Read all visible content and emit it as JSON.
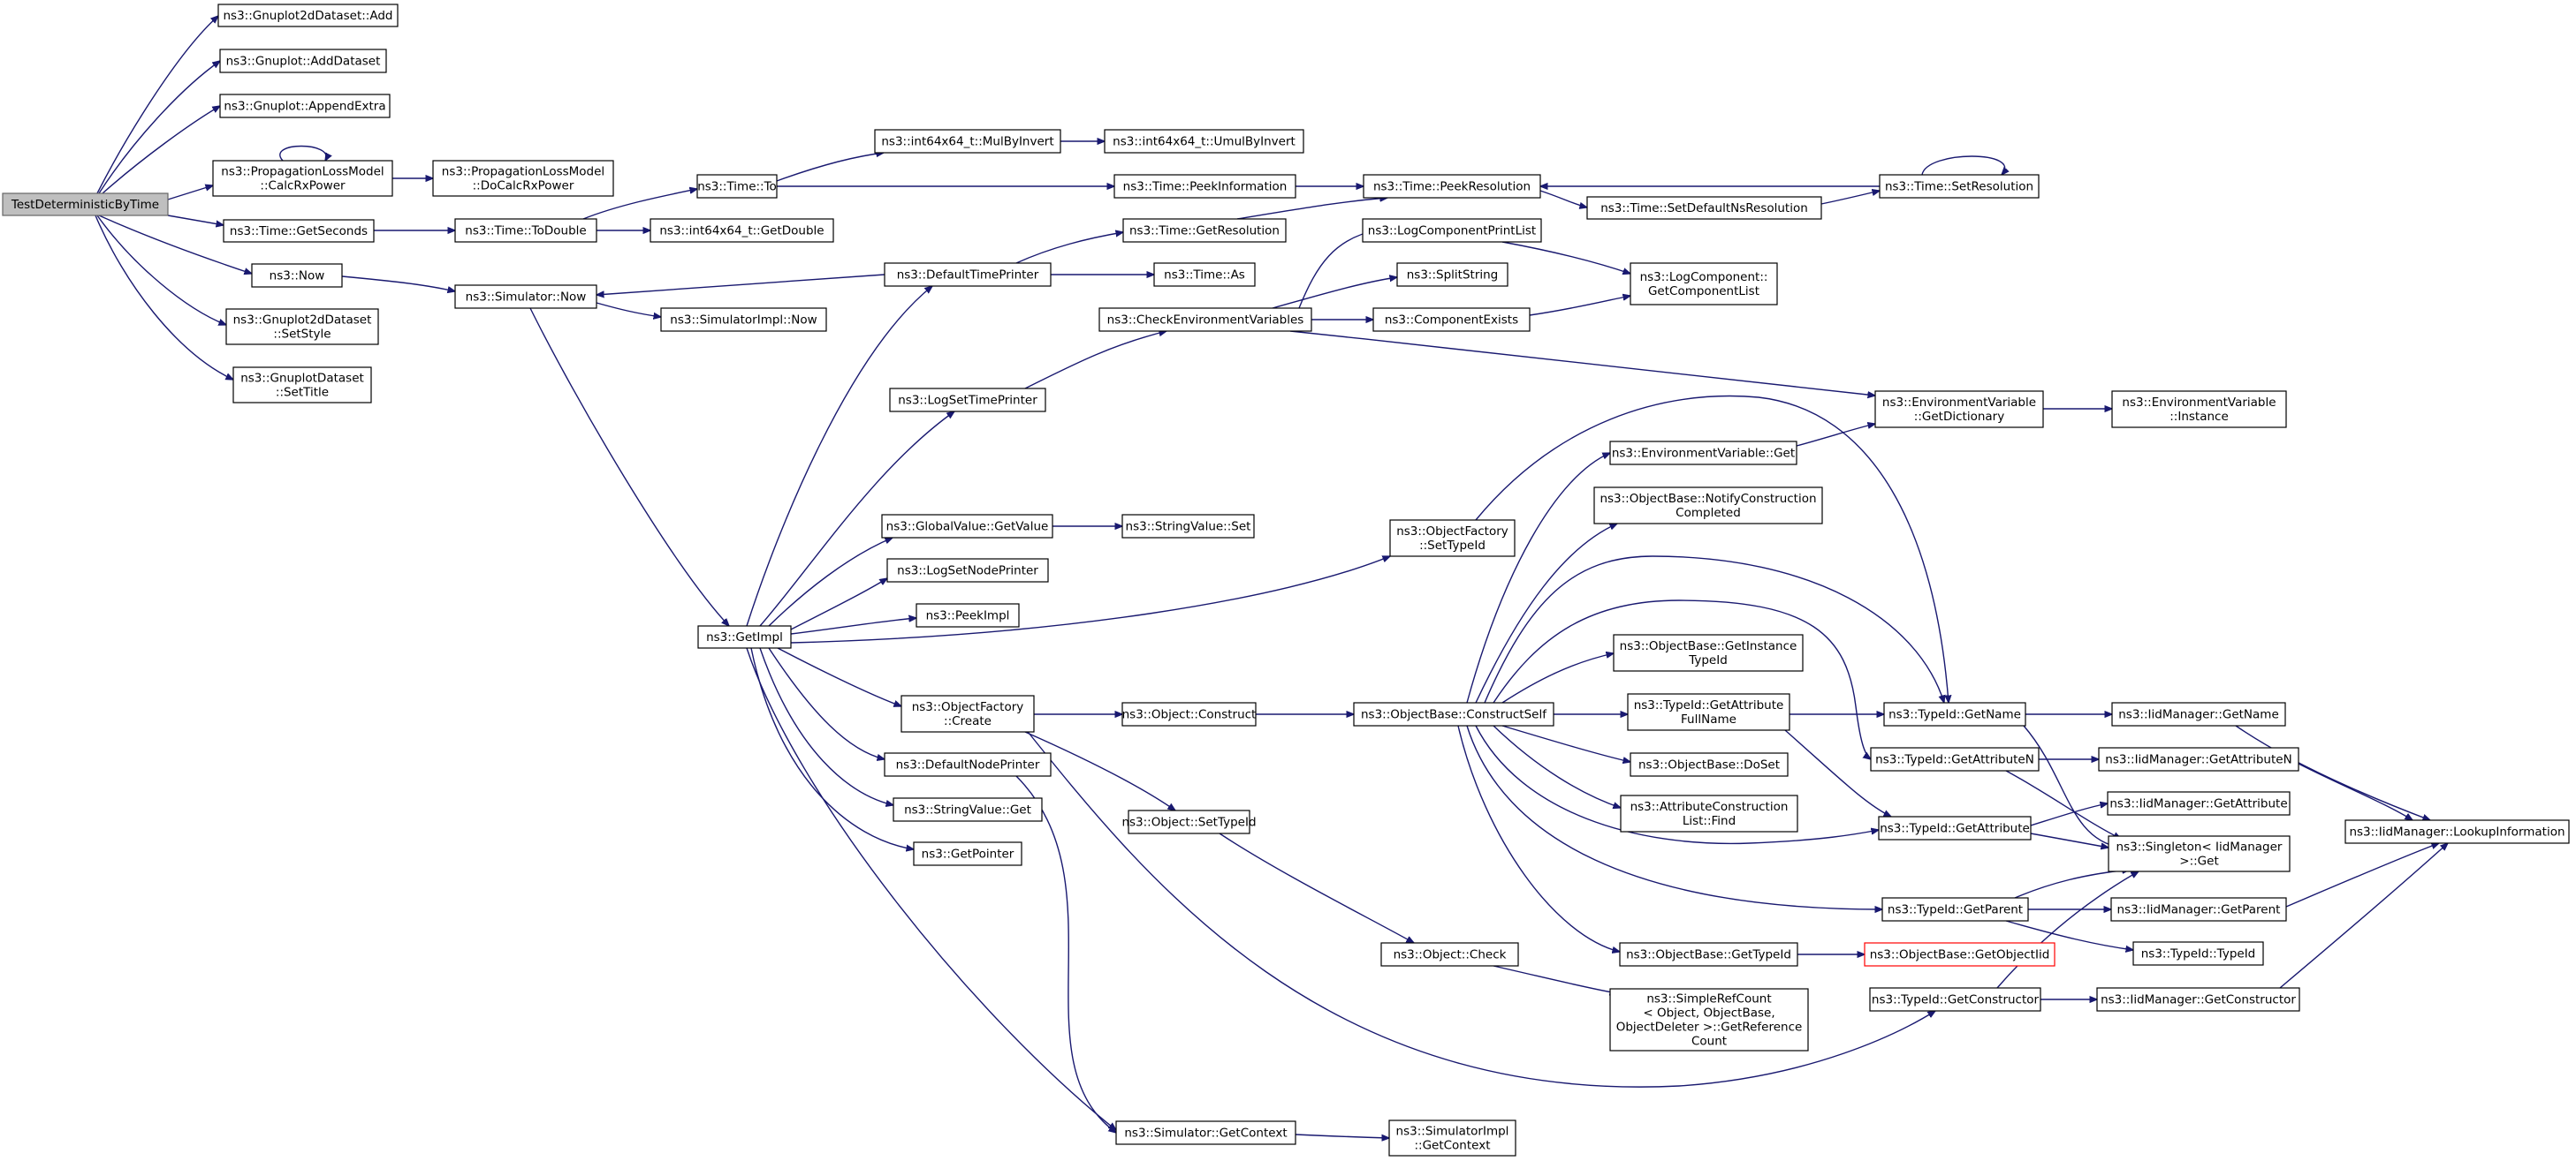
{
  "diagram": {
    "colors": {
      "edge": "#191970",
      "root_fill": "#bfbfbf",
      "highlight_border": "#ff0000"
    },
    "nodes": [
      {
        "id": "root",
        "lines": [
          "TestDeterministicByTime"
        ]
      },
      {
        "id": "g2d_add",
        "lines": [
          "ns3::Gnuplot2dDataset::Add"
        ]
      },
      {
        "id": "g_adddataset",
        "lines": [
          "ns3::Gnuplot::AddDataset"
        ]
      },
      {
        "id": "g_appendextra",
        "lines": [
          "ns3::Gnuplot::AppendExtra"
        ]
      },
      {
        "id": "plm_calc",
        "lines": [
          "ns3::PropagationLossModel",
          "::CalcRxPower"
        ]
      },
      {
        "id": "plm_docalc",
        "lines": [
          "ns3::PropagationLossModel",
          "::DoCalcRxPower"
        ]
      },
      {
        "id": "time_getseconds",
        "lines": [
          "ns3::Time::GetSeconds"
        ]
      },
      {
        "id": "now",
        "lines": [
          "ns3::Now"
        ]
      },
      {
        "id": "g2d_setstyle",
        "lines": [
          "ns3::Gnuplot2dDataset",
          "::SetStyle"
        ]
      },
      {
        "id": "gds_settitle",
        "lines": [
          "ns3::GnuplotDataset",
          "::SetTitle"
        ]
      },
      {
        "id": "time_to",
        "lines": [
          "ns3::Time::To"
        ]
      },
      {
        "id": "time_todouble",
        "lines": [
          "ns3::Time::ToDouble"
        ]
      },
      {
        "id": "sim_now",
        "lines": [
          "ns3::Simulator::Now"
        ]
      },
      {
        "id": "int_mulbyinvert",
        "lines": [
          "ns3::int64x64_t::MulByInvert"
        ]
      },
      {
        "id": "int_umulbyinvert",
        "lines": [
          "ns3::int64x64_t::UmulByInvert"
        ]
      },
      {
        "id": "int_getdouble",
        "lines": [
          "ns3::int64x64_t::GetDouble"
        ]
      },
      {
        "id": "time_peekinfo",
        "lines": [
          "ns3::Time::PeekInformation"
        ]
      },
      {
        "id": "time_peekres",
        "lines": [
          "ns3::Time::PeekResolution"
        ]
      },
      {
        "id": "time_setres",
        "lines": [
          "ns3::Time::SetResolution"
        ]
      },
      {
        "id": "time_setdefaultns",
        "lines": [
          "ns3::Time::SetDefaultNsResolution"
        ]
      },
      {
        "id": "simimpl_now",
        "lines": [
          "ns3::SimulatorImpl::Now"
        ]
      },
      {
        "id": "defaulttimeprinter",
        "lines": [
          "ns3::DefaultTimePrinter"
        ]
      },
      {
        "id": "time_getres",
        "lines": [
          "ns3::Time::GetResolution"
        ]
      },
      {
        "id": "time_as",
        "lines": [
          "ns3::Time::As"
        ]
      },
      {
        "id": "checkenv",
        "lines": [
          "ns3::CheckEnvironmentVariables"
        ]
      },
      {
        "id": "logcompprintlist",
        "lines": [
          "ns3::LogComponentPrintList"
        ]
      },
      {
        "id": "splitstring",
        "lines": [
          "ns3::SplitString"
        ]
      },
      {
        "id": "compexists",
        "lines": [
          "ns3::ComponentExists"
        ]
      },
      {
        "id": "logcomp_getlist",
        "lines": [
          "ns3::LogComponent::",
          "GetComponentList"
        ]
      },
      {
        "id": "logsettimeprinter",
        "lines": [
          "ns3::LogSetTimePrinter"
        ]
      },
      {
        "id": "envvar_getdict",
        "lines": [
          "ns3::EnvironmentVariable",
          "::GetDictionary"
        ]
      },
      {
        "id": "envvar_instance",
        "lines": [
          "ns3::EnvironmentVariable",
          "::Instance"
        ]
      },
      {
        "id": "envvar_get",
        "lines": [
          "ns3::EnvironmentVariable::Get"
        ]
      },
      {
        "id": "gv_getvalue",
        "lines": [
          "ns3::GlobalValue::GetValue"
        ]
      },
      {
        "id": "stringvalue_set",
        "lines": [
          "ns3::StringValue::Set"
        ]
      },
      {
        "id": "of_settypeid",
        "lines": [
          "ns3::ObjectFactory",
          "::SetTypeId"
        ]
      },
      {
        "id": "ob_notifyconstruction",
        "lines": [
          "ns3::ObjectBase::NotifyConstruction",
          "Completed"
        ]
      },
      {
        "id": "logsetnodeprinter",
        "lines": [
          "ns3::LogSetNodePrinter"
        ]
      },
      {
        "id": "peekimpl",
        "lines": [
          "ns3::PeekImpl"
        ]
      },
      {
        "id": "getimpl",
        "lines": [
          "ns3::GetImpl"
        ]
      },
      {
        "id": "ob_getinstancetypeid",
        "lines": [
          "ns3::ObjectBase::GetInstance",
          "TypeId"
        ]
      },
      {
        "id": "of_create",
        "lines": [
          "ns3::ObjectFactory",
          "::Create"
        ]
      },
      {
        "id": "obj_construct",
        "lines": [
          "ns3::Object::Construct"
        ]
      },
      {
        "id": "ob_constructself",
        "lines": [
          "ns3::ObjectBase::ConstructSelf"
        ]
      },
      {
        "id": "tid_getattrfullname",
        "lines": [
          "ns3::TypeId::GetAttribute",
          "FullName"
        ]
      },
      {
        "id": "tid_getname",
        "lines": [
          "ns3::TypeId::GetName"
        ]
      },
      {
        "id": "iid_getname",
        "lines": [
          "ns3::IidManager::GetName"
        ]
      },
      {
        "id": "defaultnodeprinter",
        "lines": [
          "ns3::DefaultNodePrinter"
        ]
      },
      {
        "id": "ob_doset",
        "lines": [
          "ns3::ObjectBase::DoSet"
        ]
      },
      {
        "id": "tid_getattrn",
        "lines": [
          "ns3::TypeId::GetAttributeN"
        ]
      },
      {
        "id": "iid_getattrn",
        "lines": [
          "ns3::IidManager::GetAttributeN"
        ]
      },
      {
        "id": "stringvalue_get",
        "lines": [
          "ns3::StringValue::Get"
        ]
      },
      {
        "id": "attrconstructionlist_find",
        "lines": [
          "ns3::AttributeConstruction",
          "List::Find"
        ]
      },
      {
        "id": "iid_getattr",
        "lines": [
          "ns3::IidManager::GetAttribute"
        ]
      },
      {
        "id": "obj_settypeid",
        "lines": [
          "ns3::Object::SetTypeId"
        ]
      },
      {
        "id": "tid_getattr",
        "lines": [
          "ns3::TypeId::GetAttribute"
        ]
      },
      {
        "id": "singleton_get",
        "lines": [
          "ns3::Singleton< IidManager",
          ">::Get"
        ]
      },
      {
        "id": "iid_lookupinfo",
        "lines": [
          "ns3::IidManager::LookupInformation"
        ]
      },
      {
        "id": "getpointer",
        "lines": [
          "ns3::GetPointer"
        ]
      },
      {
        "id": "tid_getparent",
        "lines": [
          "ns3::TypeId::GetParent"
        ]
      },
      {
        "id": "iid_getparent",
        "lines": [
          "ns3::IidManager::GetParent"
        ]
      },
      {
        "id": "obj_check",
        "lines": [
          "ns3::Object::Check"
        ]
      },
      {
        "id": "ob_gettypeid",
        "lines": [
          "ns3::ObjectBase::GetTypeId"
        ]
      },
      {
        "id": "ob_getobjectiid",
        "lines": [
          "ns3::ObjectBase::GetObjectIid"
        ]
      },
      {
        "id": "tid_typeid",
        "lines": [
          "ns3::TypeId::TypeId"
        ]
      },
      {
        "id": "tid_getconstructor",
        "lines": [
          "ns3::TypeId::GetConstructor"
        ]
      },
      {
        "id": "iid_getconstructor",
        "lines": [
          "ns3::IidManager::GetConstructor"
        ]
      },
      {
        "id": "simplerefcount",
        "lines": [
          "ns3::SimpleRefCount",
          "< Object, ObjectBase,",
          "ObjectDeleter >::GetReference",
          "Count"
        ]
      },
      {
        "id": "sim_getcontext",
        "lines": [
          "ns3::Simulator::GetContext"
        ]
      },
      {
        "id": "simimpl_getcontext",
        "lines": [
          "ns3::SimulatorImpl",
          "::GetContext"
        ]
      }
    ]
  }
}
